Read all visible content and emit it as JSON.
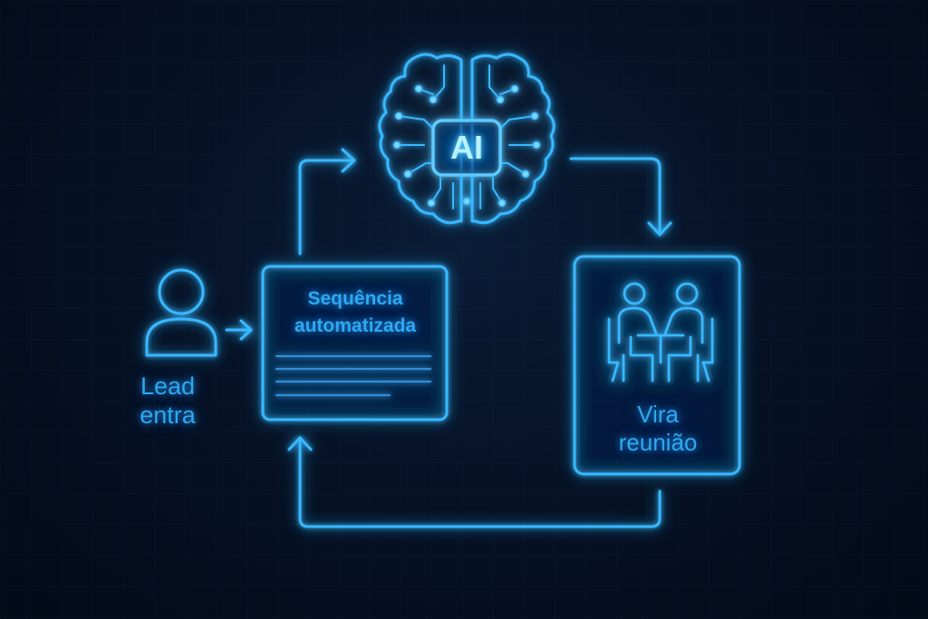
{
  "ai_badge": "AI",
  "lead": {
    "line1": "Lead",
    "line2": "entra"
  },
  "sequence": {
    "line1": "Sequência",
    "line2": "automatizada"
  },
  "meeting": {
    "line1": "Vira",
    "line2": "reunião"
  },
  "colors": {
    "background": "#040d1e",
    "accent": "#2fa8f0",
    "glow": "#38b8ff",
    "badge_text": "#b8f1ff"
  },
  "icons": [
    "person-icon",
    "brain-icon",
    "ai-chip-icon",
    "meeting-people-icon",
    "arrow-right-icon",
    "arrow-down-icon",
    "arrow-up-icon"
  ]
}
